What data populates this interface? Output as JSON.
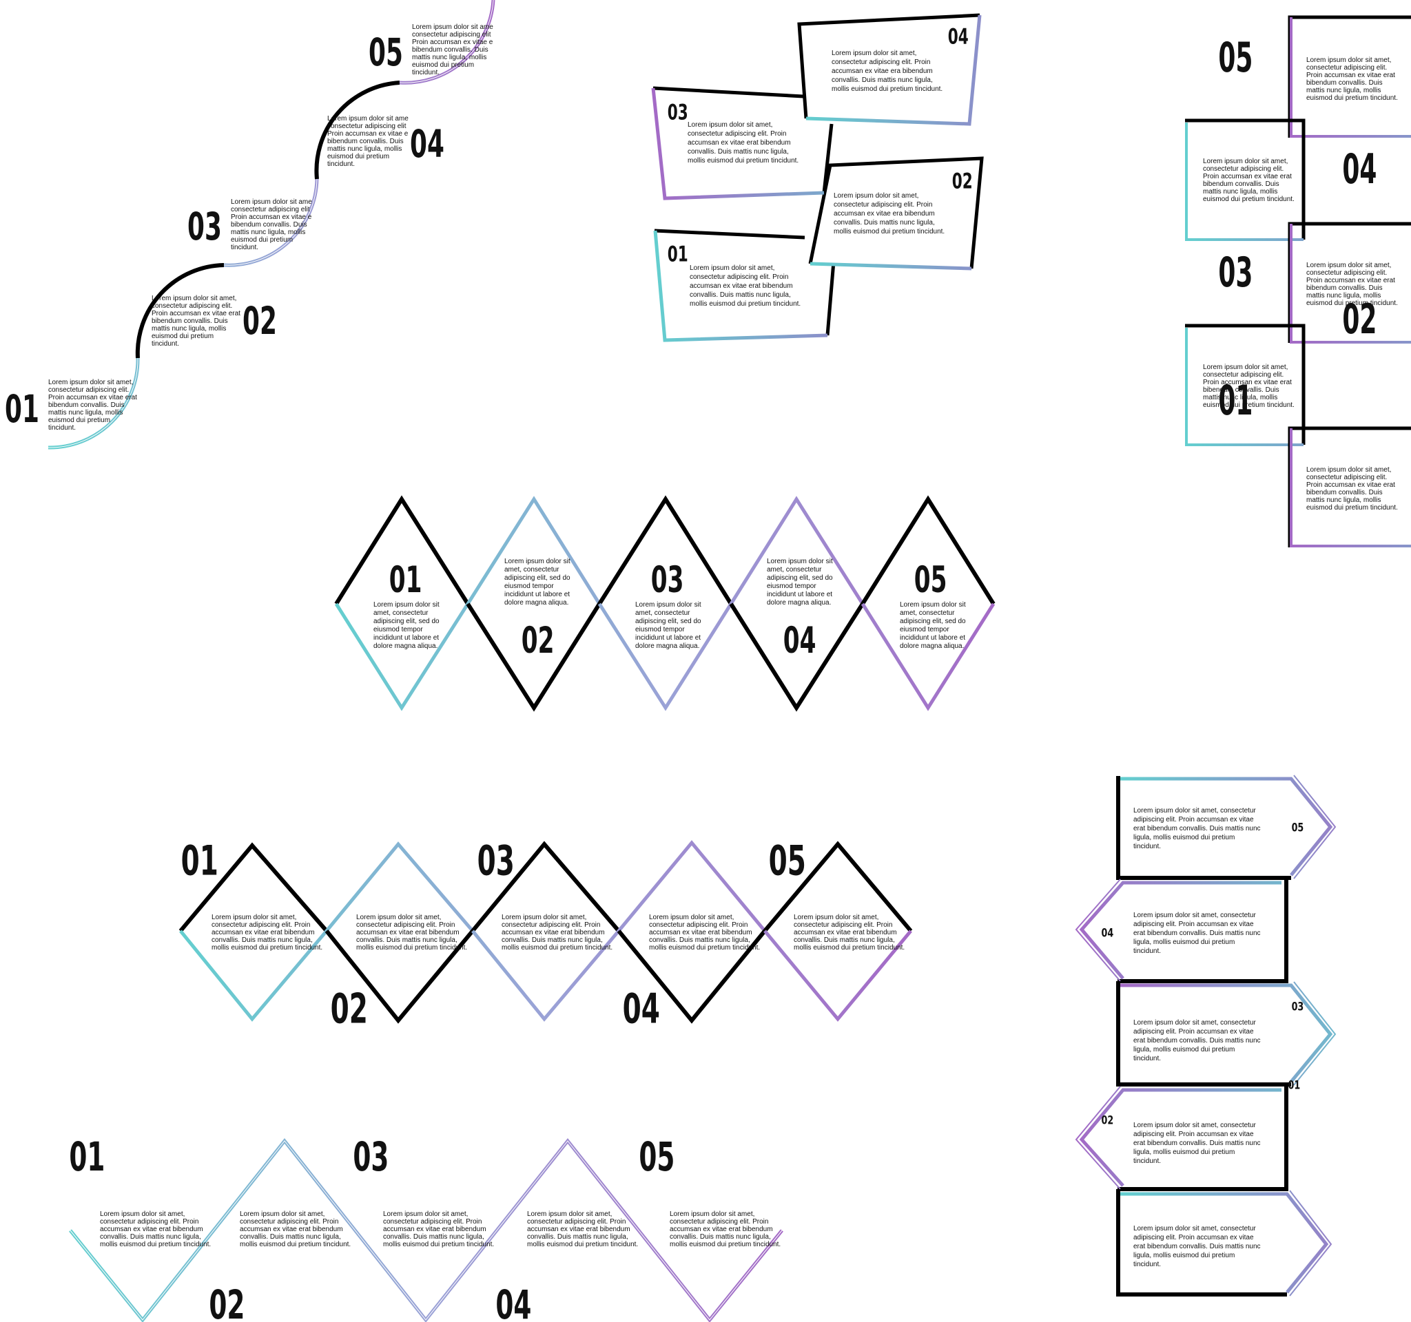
{
  "colors": {
    "black": "#000000",
    "teal": "#63cfcf",
    "lavender": "#9aa2d6",
    "purple": "#a469c6"
  },
  "wave": {
    "steps": [
      {
        "num": "01",
        "lines": [
          "Lorem ipsum dolor sit amet,",
          "consectetur adipiscing elit.",
          "Proin accumsan ex vitae erat",
          "bibendum convallis. Duis",
          "mattis nunc ligula, mollis",
          "euismod dui pretium",
          "tincidunt."
        ]
      },
      {
        "num": "02",
        "lines": [
          "Lorem ipsum dolor sit amet,",
          "consectetur adipiscing elit.",
          "Proin accumsan ex vitae erat",
          "bibendum convallis. Duis",
          "mattis nunc ligula, mollis",
          "euismod dui pretium",
          "tincidunt."
        ]
      },
      {
        "num": "03",
        "lines": [
          "Lorem ipsum dolor sit ame",
          "consectetur adipiscing elit",
          "Proin accumsan ex vitae e",
          "bibendum convallis. Duis",
          "mattis nunc ligula, mollis",
          "euismod dui pretium",
          "tincidunt."
        ]
      },
      {
        "num": "04",
        "lines": [
          "Lorem ipsum dolor sit ame",
          "consectetur adipiscing elit",
          "Proin accumsan ex vitae e",
          "bibendum convallis. Duis",
          "mattis nunc ligula, mollis",
          "euismod dui pretium",
          "tincidunt."
        ]
      },
      {
        "num": "05",
        "lines": [
          "Lorem ipsum dolor sit ame",
          "consectetur adipiscing elit",
          "Proin accumsan ex vitae e",
          "bibendum convallis. Duis",
          "mattis nunc ligula, mollis",
          "euismod dui pretium",
          "tincidunt."
        ]
      }
    ]
  },
  "cards": {
    "steps": [
      {
        "num": "01",
        "lines": [
          "Lorem ipsum dolor sit amet,",
          "consectetur adipiscing elit. Proin",
          "accumsan ex vitae erat bibendum",
          "convallis. Duis mattis nunc ligula,",
          "mollis euismod dui pretium tincidunt."
        ]
      },
      {
        "num": "02",
        "lines": [
          "Lorem ipsum dolor sit amet,",
          "consectetur adipiscing elit. Proin",
          "accumsan ex vitae era  bibendum",
          "convallis. Duis mattis nunc ligula,",
          "mollis euismod dui pretium tincidunt."
        ]
      },
      {
        "num": "03",
        "lines": [
          "Lorem ipsum dolor sit amet,",
          "consectetur adipiscing elit. Proin",
          "accumsan ex vitae erat bibendum",
          "convallis. Duis mattis nunc ligula,",
          "mollis euismod dui pretium tincidunt."
        ]
      },
      {
        "num": "04",
        "lines": [
          "Lorem ipsum dolor sit amet,",
          "consectetur adipiscing elit. Proin",
          "accumsan ex vitae era  bibendum",
          "convallis. Duis mattis nunc ligula,",
          "mollis euismod dui pretium tincidunt."
        ]
      }
    ]
  },
  "stack": {
    "steps": [
      {
        "num": "01",
        "lines": [
          "Lorem ipsum dolor sit amet,",
          "consectetur adipiscing elit.",
          "Proin accumsan ex vitae erat",
          "bibendum convallis. Duis",
          "mattis nunc ligula, mollis",
          "euismod dui pretium tincidunt."
        ]
      },
      {
        "num": "02",
        "lines": [
          "Lorem ipsum dolor sit amet,",
          "consectetur adipiscing elit.",
          "Proin accumsan ex vitae erat",
          "bibendum convallis. Duis",
          "mattis nunc ligula, mollis",
          "euismod dui pretium tincidunt."
        ]
      },
      {
        "num": "03",
        "lines": [
          "Lorem ipsum dolor sit amet,",
          "consectetur adipiscing elit.",
          "Proin accumsan ex vitae erat",
          "bibendum convallis. Duis",
          "mattis nunc ligula, mollis",
          "euismod dui pretium tincidunt."
        ]
      },
      {
        "num": "04",
        "lines": [
          "Lorem ipsum dolor sit amet,",
          "consectetur adipiscing elit.",
          "Proin accumsan ex vitae erat",
          "bibendum convallis. Duis",
          "mattis nunc ligula, mollis",
          "euismod dui pretium tincidunt."
        ]
      },
      {
        "num": "05",
        "lines": [
          "Lorem ipsum dolor sit amet,",
          "consectetur adipiscing elit.",
          "Proin accumsan ex vitae erat",
          "bibendum convallis. Duis",
          "mattis nunc ligula, mollis",
          "euismod dui pretium tincidunt."
        ]
      }
    ]
  },
  "diamonds_tall": {
    "steps": [
      {
        "num": "01",
        "lines": [
          "Lorem ipsum dolor sit",
          "amet, consectetur",
          "adipiscing elit, sed do",
          "eiusmod tempor",
          "incididunt ut labore et",
          "dolore magna aliqua."
        ]
      },
      {
        "num": "02",
        "lines": [
          "Lorem ipsum dolor sit",
          "amet, consectetur",
          "adipiscing elit, sed do",
          "eiusmod tempor",
          "incididunt ut labore et",
          "dolore magna aliqua."
        ]
      },
      {
        "num": "03",
        "lines": [
          "Lorem ipsum dolor sit",
          "amet, consectetur",
          "adipiscing elit, sed do",
          "eiusmod tempor",
          "incididunt ut labore et",
          "dolore magna aliqua."
        ]
      },
      {
        "num": "04",
        "lines": [
          "Lorem ipsum dolor sit",
          "amet, consectetur",
          "adipiscing elit, sed do",
          "eiusmod tempor",
          "incididunt ut labore et",
          "dolore magna aliqua."
        ]
      },
      {
        "num": "05",
        "lines": [
          "Lorem ipsum dolor sit",
          "amet, consectetur",
          "adipiscing elit, sed do",
          "eiusmod tempor",
          "incididunt ut labore et",
          "dolore magna aliqua."
        ]
      }
    ]
  },
  "diamonds_wide": {
    "steps": [
      {
        "num": "01",
        "lines": [
          "Lorem ipsum dolor sit amet,",
          "consectetur adipiscing elit. Proin",
          "accumsan ex vitae erat bibendum",
          "convallis. Duis mattis nunc ligula,",
          "mollis euismod dui pretium tincidunt."
        ]
      },
      {
        "num": "02",
        "lines": [
          "Lorem ipsum dolor sit amet,",
          "consectetur adipiscing elit. Proin",
          "accumsan ex vitae erat bibendum",
          "convallis. Duis mattis nunc ligula,",
          "mollis euismod dui pretium tincidunt."
        ]
      },
      {
        "num": "03",
        "lines": [
          "Lorem ipsum dolor sit amet,",
          "consectetur adipiscing elit. Proin",
          "accumsan ex vitae erat bibendum",
          "convallis. Duis mattis nunc ligula,",
          "mollis euismod dui pretium tincidunt."
        ]
      },
      {
        "num": "04",
        "lines": [
          "Lorem ipsum dolor sit amet,",
          "consectetur adipiscing elit. Proin",
          "accumsan ex vitae erat bibendum",
          "convallis. Duis mattis nunc ligula,",
          "mollis euismod dui pretium tincidunt."
        ]
      },
      {
        "num": "05",
        "lines": [
          "Lorem ipsum dolor sit amet,",
          "consectetur adipiscing elit. Proin",
          "accumsan ex vitae erat bibendum",
          "convallis. Duis mattis nunc ligula,",
          "mollis euismod dui pretium tincidunt."
        ]
      }
    ]
  },
  "zigzag": {
    "steps": [
      {
        "num": "01",
        "lines": [
          "Lorem ipsum dolor sit amet,",
          "consectetur adipiscing elit. Proin",
          "accumsan ex vitae erat bibendum",
          "convallis. Duis mattis nunc ligula,",
          "mollis euismod dui pretium tincidunt."
        ]
      },
      {
        "num": "02",
        "lines": [
          "Lorem ipsum dolor sit amet,",
          "consectetur adipiscing elit. Proin",
          "accumsan ex vitae erat bibendum",
          "convallis. Duis mattis nunc ligula,",
          "mollis euismod dui pretium tincidunt."
        ]
      },
      {
        "num": "03",
        "lines": [
          "Lorem ipsum dolor sit amet,",
          "consectetur adipiscing elit. Proin",
          "accumsan ex vitae erat bibendum",
          "convallis. Duis mattis nunc ligula,",
          "mollis euismod dui pretium tincidunt."
        ]
      },
      {
        "num": "04",
        "lines": [
          "Lorem ipsum dolor sit amet,",
          "consectetur adipiscing elit. Proin",
          "accumsan ex vitae erat bibendum",
          "convallis. Duis mattis nunc ligula,",
          "mollis euismod dui pretium tincidunt."
        ]
      },
      {
        "num": "05",
        "lines": [
          "Lorem ipsum dolor sit amet,",
          "consectetur adipiscing elit. Proin",
          "accumsan ex vitae erat bibendum",
          "convallis. Duis mattis nunc ligula,",
          "mollis euismod dui pretium tincidunt."
        ]
      }
    ]
  },
  "arrows": {
    "steps": [
      {
        "num": "01",
        "lines": [
          "Lorem ipsum dolor sit amet, consectetur",
          "adipiscing elit. Proin accumsan ex vitae",
          "erat bibendum convallis. Duis mattis nunc",
          "ligula, mollis euismod dui pretium",
          "tincidunt."
        ]
      },
      {
        "num": "02",
        "lines": [
          "Lorem ipsum dolor sit amet, consectetur",
          "adipiscing elit. Proin accumsan ex vitae",
          "erat bibendum convallis. Duis mattis nunc",
          "ligula, mollis euismod dui pretium",
          "tincidunt."
        ]
      },
      {
        "num": "03",
        "lines": [
          "Lorem ipsum dolor sit amet, consectetur",
          "adipiscing elit. Proin accumsan ex vitae",
          "erat bibendum convallis. Duis mattis nunc",
          "ligula, mollis euismod dui pretium",
          "tincidunt."
        ]
      },
      {
        "num": "04",
        "lines": [
          "Lorem ipsum dolor sit amet, consectetur",
          "adipiscing elit. Proin accumsan ex vitae",
          "erat bibendum convallis. Duis mattis nunc",
          "ligula, mollis euismod dui pretium",
          "tincidunt."
        ]
      },
      {
        "num": "05",
        "lines": [
          "Lorem ipsum dolor sit amet, consectetur",
          "adipiscing elit. Proin accumsan ex vitae",
          "erat bibendum convallis. Duis mattis nunc",
          "ligula, mollis euismod dui pretium",
          "tincidunt."
        ]
      }
    ]
  }
}
